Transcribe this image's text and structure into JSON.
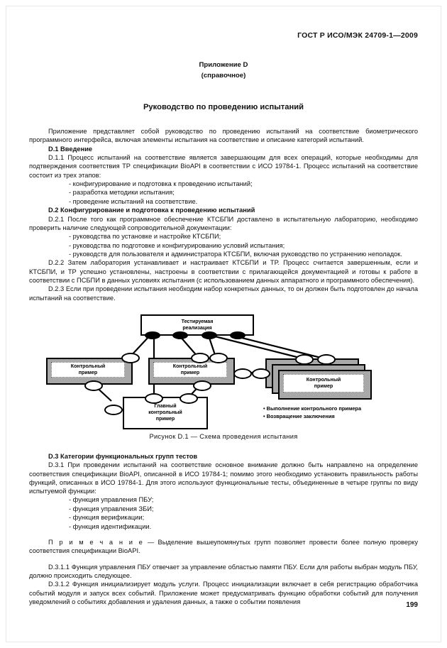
{
  "header": {
    "standard_id": "ГОСТ Р ИСО/МЭК 24709-1—2009"
  },
  "annex": {
    "title": "Приложение D",
    "subtitle": "(справочное)"
  },
  "main_title": "Руководство по проведению испытаний",
  "intro": "Приложение представляет собой руководство по проведению испытаний на соответствие биометрического программного интерфейса, включая элементы испытания на соответствие и описание категорий испытаний.",
  "sections": {
    "d1_heading": "D.1 Введение",
    "d1_1": "D.1.1 Процесс испытаний на соответствие является завершающим для всех операций, которые необходимы для подтверждения соответствия ТР спецификации BioAPI в соответствии с ИСО 19784-1. Процесс испытаний на соответствие состоит из трех этапов:",
    "d1_list": [
      "- конфигурирование и подготовка к проведению испытаний;",
      "- разработка методики испытания;",
      "- проведение испытаний на соответствие."
    ],
    "d2_heading": "D.2 Конфигурирование и подготовка к проведению испытаний",
    "d2_1": "D.2.1 После того как программное обеспечение КТСБПИ доставлено в испытательную лабораторию, необходимо проверить наличие следующей сопроводительной документации:",
    "d2_list": [
      "- руководства по установке и настройке КТСБПИ;",
      "- руководства по подготовке и конфигурированию условий испытания;",
      "- руководств для пользователя и администратора КТСБПИ, включая руководство по устранению неполадок."
    ],
    "d2_2": "D.2.2 Затем лаборатория устанавливает и настраивает КТСБПИ и ТР. Процесс считается завершенным, если и КТСБПИ, и ТР успешно установлены, настроены в соответствии с прилагающейся документацией и готовы к работе в соответствии с ПСБПИ в данных условиях испытания (с использованием данных аппаратного и программного обеспечения).",
    "d2_3": "D.2.3 Если при проведении испытания необходим набор конкретных данных, то он должен быть подготовлен до начала испытаний на соответствие.",
    "d3_heading": "D.3 Категории функциональных групп тестов",
    "d3_1": "D.3.1 При проведении испытаний на соответствие основное внимание должно быть направлено на определение соответствия спецификации BioAPI, описанной в ИСО 19784-1; помимо этого необходимо установить правильность работы функций, описанных в ИСО 19784-1. Для этого используют функциональные тесты, объединенные в четыре группы по виду испытуемой функции:",
    "d3_list": [
      "- функция управления ПБУ;",
      "- функция управления ЗБИ;",
      "- функция верификации;",
      "- функция идентификации."
    ],
    "note_label": "П р и м е ч а н и е",
    "note_text": " — Выделение вышеупомянутых групп позволяет провести более полную проверку соответствия спецификации BioAPI.",
    "d3_1_1": "D.3.1.1 Функция управления ПБУ отвечает за управление областью памяти ПБУ. Если для работы выбран модуль ПБУ, должно происходить следующее.",
    "d3_1_2": "D.3.1.2 Функция инициализирует модуль услуги. Процесс инициализации включает в себя регистрацию обработчика событий модуля и запуск всех событий. Приложение может предусматривать функцию обработки событий для получения уведомлений о событиях добавления и удаления данных, а также о событии появления"
  },
  "figure": {
    "caption": "Рисунок D.1 — Схема проведения испытания",
    "nodes": {
      "tested_impl": "Тестируемая\nреализация",
      "test_case_1": "Контрольный\nпример",
      "test_case_2": "Контрольный\nпример",
      "test_case_3": "Контрольный\nпример",
      "main_test_case": "Главный\nконтрольный\nпример"
    },
    "legend": [
      "• Выполнение контрольного примера",
      "• Возвращение заключения"
    ]
  },
  "footer": {
    "page_number": "199"
  },
  "colors": {
    "text": "#111111",
    "box_fill": "#ffffff",
    "box_shade": "#a8a8a8",
    "stroke": "#000000"
  }
}
